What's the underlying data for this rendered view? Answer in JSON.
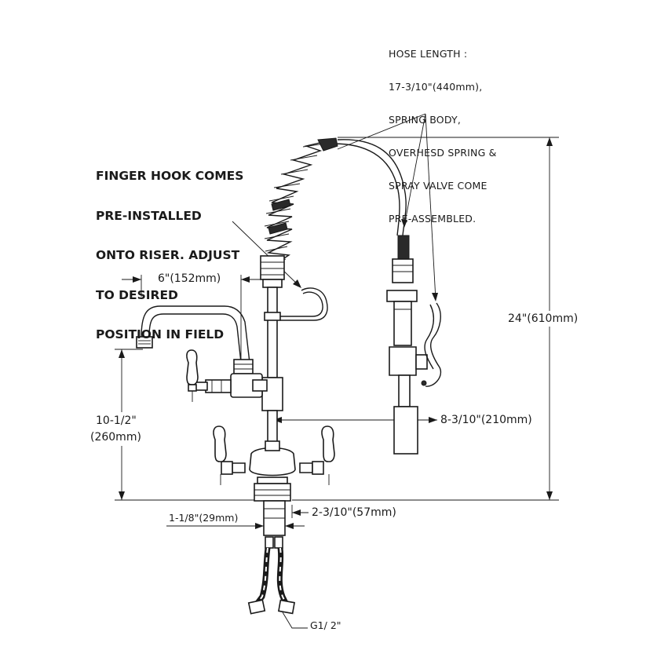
{
  "notes": {
    "hose_note": [
      "HOSE LENGTH :",
      "17-3/10\"(440mm),",
      "SPRING BODY,",
      "OVERHESD SPRING &",
      "SPRAY VALVE COME",
      "PRE-ASSEMBLED."
    ],
    "finger_hook_note": [
      "FINGER HOOK COMES",
      "PRE-INSTALLED",
      "ONTO RISER. ADJUST",
      "TO DESIRED",
      "POSITION IN FIELD"
    ]
  },
  "dimensions": {
    "spout_reach": "6\"(152mm)",
    "height_total": "24\"(610mm)",
    "spout_height_inch": "10-1/2\"",
    "spout_height_mm": "(260mm)",
    "spray_offset": "8-3/10\"(210mm)",
    "shank_spacing": "2-3/10\"(57mm)",
    "shank_diameter": "1-1/8\"(29mm)",
    "connector_thread": "G1/ 2\""
  }
}
